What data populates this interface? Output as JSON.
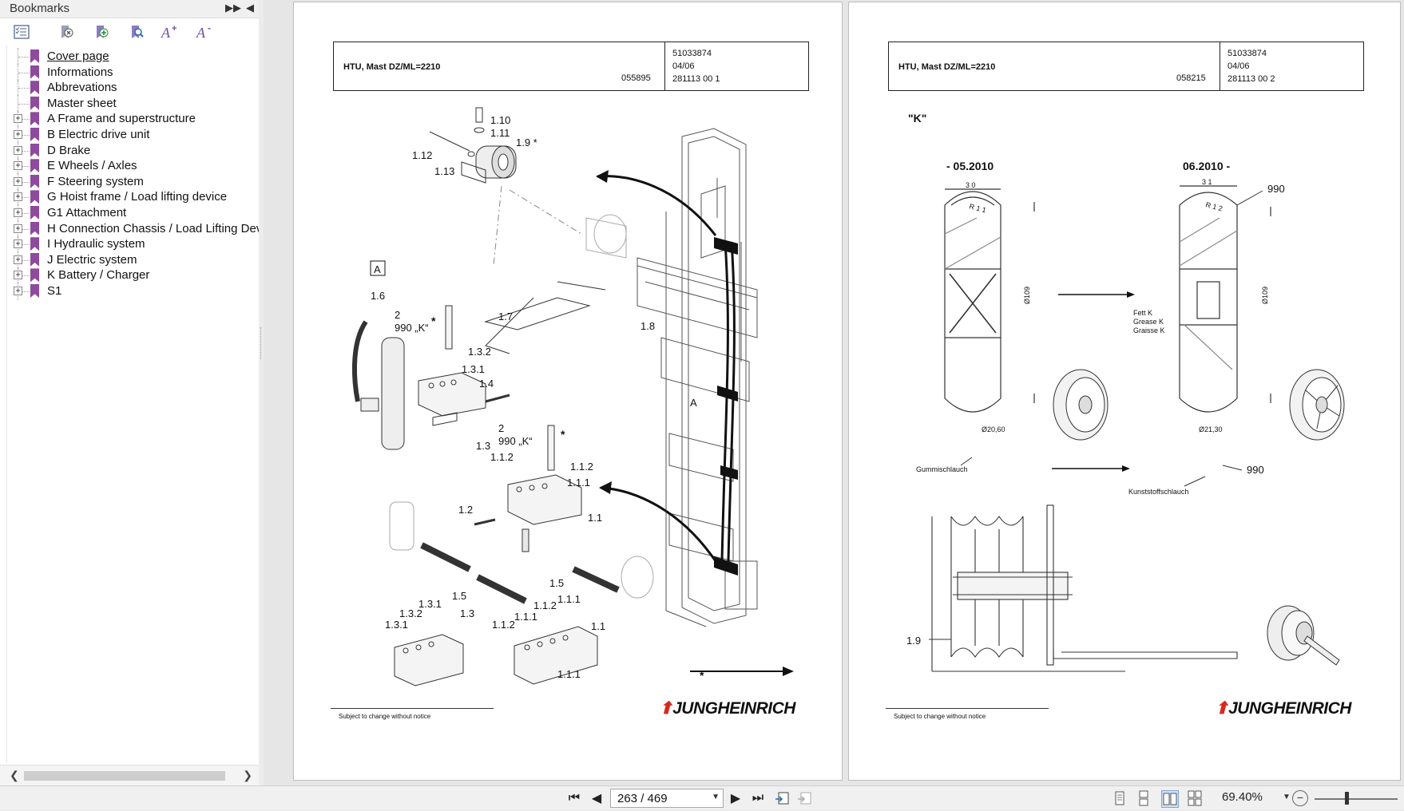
{
  "sidebar": {
    "title": "Bookmarks",
    "expand_icon": "▶▶",
    "collapse_icon": "◀",
    "toolbar": [
      {
        "name": "bookmark-options-icon",
        "glyph": "☰"
      },
      {
        "name": "delete-bookmark-icon",
        "glyph": "✕"
      },
      {
        "name": "add-bookmark-icon",
        "glyph": "+"
      },
      {
        "name": "find-bookmark-icon",
        "glyph": "⌕"
      },
      {
        "name": "increase-text-size-icon",
        "glyph": "A⁺"
      },
      {
        "name": "decrease-text-size-icon",
        "glyph": "A⁻"
      }
    ],
    "items": [
      {
        "label": "Cover page",
        "expandable": false,
        "active": true
      },
      {
        "label": "Informations",
        "expandable": false,
        "active": false
      },
      {
        "label": "Abbrevations",
        "expandable": false,
        "active": false
      },
      {
        "label": "Master sheet",
        "expandable": false,
        "active": false
      },
      {
        "label": "A Frame and superstructure",
        "expandable": true,
        "active": false
      },
      {
        "label": "B Electric drive unit",
        "expandable": true,
        "active": false
      },
      {
        "label": "D Brake",
        "expandable": true,
        "active": false
      },
      {
        "label": "E Wheels / Axles",
        "expandable": true,
        "active": false
      },
      {
        "label": "F Steering system",
        "expandable": true,
        "active": false
      },
      {
        "label": "G Hoist frame / Load lifting device",
        "expandable": true,
        "active": false
      },
      {
        "label": "G1 Attachment",
        "expandable": true,
        "active": false
      },
      {
        "label": "H Connection Chassis / Load Lifting Devi",
        "expandable": true,
        "active": false
      },
      {
        "label": "I Hydraulic system",
        "expandable": true,
        "active": false
      },
      {
        "label": "J Electric system",
        "expandable": true,
        "active": false
      },
      {
        "label": "K Battery / Charger",
        "expandable": true,
        "active": false
      },
      {
        "label": "S1",
        "expandable": true,
        "active": false
      }
    ]
  },
  "pages": {
    "left": {
      "title": "HTU, Mast DZ/ML=2210",
      "code": "055895",
      "number_lines": [
        "51033874",
        "04/06",
        "281113 00 1"
      ],
      "footer": "Subject to change without notice",
      "logo": "JUNGHEINRICH",
      "callouts": [
        "1.10",
        "1.11",
        "1.9 *",
        "1.12",
        "1.13",
        "A",
        "1.6",
        "2",
        "990 „K“",
        "*",
        "1.3.2",
        "1.3.1",
        "1.4",
        "1.3",
        "1.7",
        "1.8",
        "A",
        "2",
        "990 „K“",
        "*",
        "1.1.2",
        "1.1.2",
        "1.1.1",
        "1.2",
        "1.1",
        "1.5",
        "1.5",
        "1.3.1",
        "1.3.2",
        "1.3",
        "1.3.1",
        "1.1.2",
        "1.1.1",
        "1.1.1",
        "1.1.2",
        "1.1",
        "1.1.1",
        "*"
      ]
    },
    "right": {
      "title": "HTU, Mast DZ/ML=2210",
      "code": "058215",
      "number_lines": [
        "51033874",
        "04/06",
        "281113 00 2"
      ],
      "footer": "Subject to change without notice",
      "logo": "JUNGHEINRICH",
      "detail_label": "\"K\"",
      "before_label": "- 05.2010",
      "after_label": "06.2010 -",
      "dim_30": "3 0",
      "dim_31": "3 1",
      "r11": "R 1 1",
      "r12": "R 1 2",
      "d109a": "Ø109",
      "d109b": "Ø109",
      "d2060": "Ø20,60",
      "d2130": "Ø21,30",
      "grease": [
        "Fett  K",
        "Grease  K",
        "Graisse  K"
      ],
      "num_990a": "990",
      "num_990b": "990",
      "rubber_hose": "Gummischlauch",
      "plastic_hose": "Kunststoffschlauch",
      "num_19": "1.9"
    }
  },
  "bottombar": {
    "first_icon": "⏮",
    "prev_icon": "◀",
    "page_value": "263 / 469",
    "next_icon": "▶",
    "last_icon": "⏭",
    "zoom": "69.40%",
    "zoom_minus": "−",
    "dropdown": "▼"
  },
  "colors": {
    "bookmark": "#8e4a9c",
    "logo_mark": "#d8281e",
    "toolbar_icon": "#6a4fa6"
  }
}
